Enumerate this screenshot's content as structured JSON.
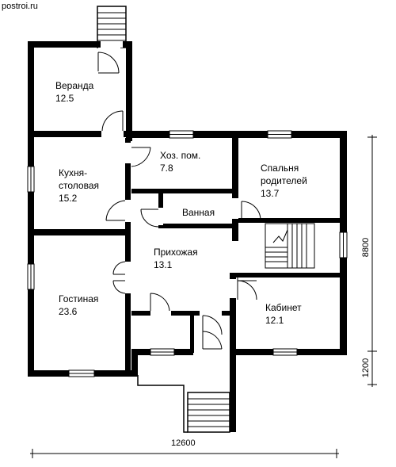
{
  "watermark": "postroi.ru",
  "rooms": [
    {
      "id": "veranda",
      "name": "Веранда",
      "area": "12.5"
    },
    {
      "id": "kitchen",
      "name": "Кухня-",
      "name2": "столовая",
      "area": "15.2"
    },
    {
      "id": "utility",
      "name": "Хоз. пом.",
      "area": "7.8"
    },
    {
      "id": "bedroom",
      "name": "Спальня",
      "name2": "родителей",
      "area": "13.7"
    },
    {
      "id": "bathroom",
      "name": "Ванная",
      "area": ""
    },
    {
      "id": "hall",
      "name": "Прихожая",
      "area": "13.1"
    },
    {
      "id": "living",
      "name": "Гостиная",
      "area": "23.6"
    },
    {
      "id": "office",
      "name": "Кабинет",
      "area": "12.1"
    }
  ],
  "dimensions": {
    "width": "12600",
    "height_main": "8800",
    "height_porch": "1200"
  }
}
